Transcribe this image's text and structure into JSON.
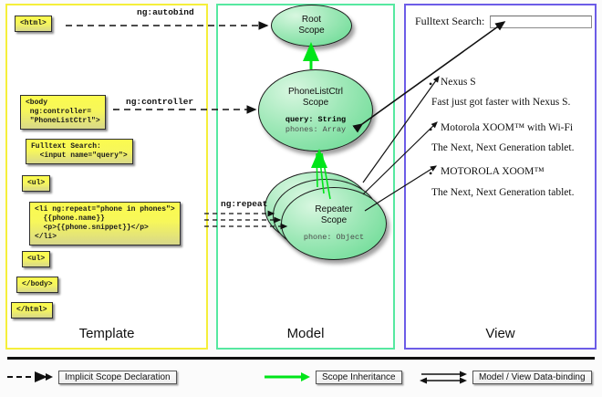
{
  "diagram": {
    "title": "AngularJS Template / Model / View scope diagram",
    "colors": {
      "template_border": "#f5ef3a",
      "model_border": "#56e8a0",
      "view_border": "#6c5ce7",
      "scope_fill": "#63d98f",
      "codebox_fill": "#fbfb4e",
      "inheritance_arrow": "#00e519",
      "implicit_arrow": "#111111",
      "databinding_arrow": "#111111"
    }
  },
  "panels": {
    "template": {
      "label": "Template",
      "boxes": [
        {
          "name": "html-open",
          "code": "<html>"
        },
        {
          "name": "body-open",
          "code": "<body\n ng:controller=\n \"PhoneListCtrl\">"
        },
        {
          "name": "search",
          "code": "Fulltext Search:\n  <input name=\"query\">"
        },
        {
          "name": "ul-open",
          "code": "<ul>"
        },
        {
          "name": "li-repeat",
          "code": "<li ng:repeat=\"phone in phones\">\n  {{phone.name}}\n  <p>{{phone.snippet}}</p>\n</li>"
        },
        {
          "name": "ul-close",
          "code": "<ul>"
        },
        {
          "name": "body-close",
          "code": "</body>"
        },
        {
          "name": "html-close",
          "code": "</html>"
        }
      ]
    },
    "model": {
      "label": "Model",
      "scopes": [
        {
          "name": "root-scope",
          "title": "Root\nScope",
          "props": []
        },
        {
          "name": "phonelistctrl-scope",
          "title": "PhoneListCtrl\nScope",
          "props": [
            {
              "text": "query: String",
              "emphasis": "bold"
            },
            {
              "text": "phones: Array",
              "emphasis": "normal"
            }
          ]
        },
        {
          "name": "repeater-scope",
          "title": "Repeater\nScope",
          "props": [
            {
              "text": "phone: Object",
              "emphasis": "normal"
            }
          ]
        }
      ]
    },
    "view": {
      "label": "View",
      "search_label": "Fulltext Search:",
      "search_value": "",
      "search_placeholder": "",
      "items": [
        {
          "name": "Nexus S",
          "snippet": "Fast just got faster with Nexus S."
        },
        {
          "name": "Motorola XOOM™  with Wi-Fi",
          "snippet": "The Next, Next Generation tablet."
        },
        {
          "name": "MOTOROLA XOOM™",
          "snippet": "The Next, Next Generation tablet."
        }
      ]
    }
  },
  "edge_labels": {
    "autobind": "ng:autobind",
    "controller": "ng:controller",
    "repeat": "ng:repeat"
  },
  "legend": {
    "implicit": "Implicit Scope Declaration",
    "inheritance": "Scope Inheritance",
    "databinding": "Model / View Data-binding"
  }
}
